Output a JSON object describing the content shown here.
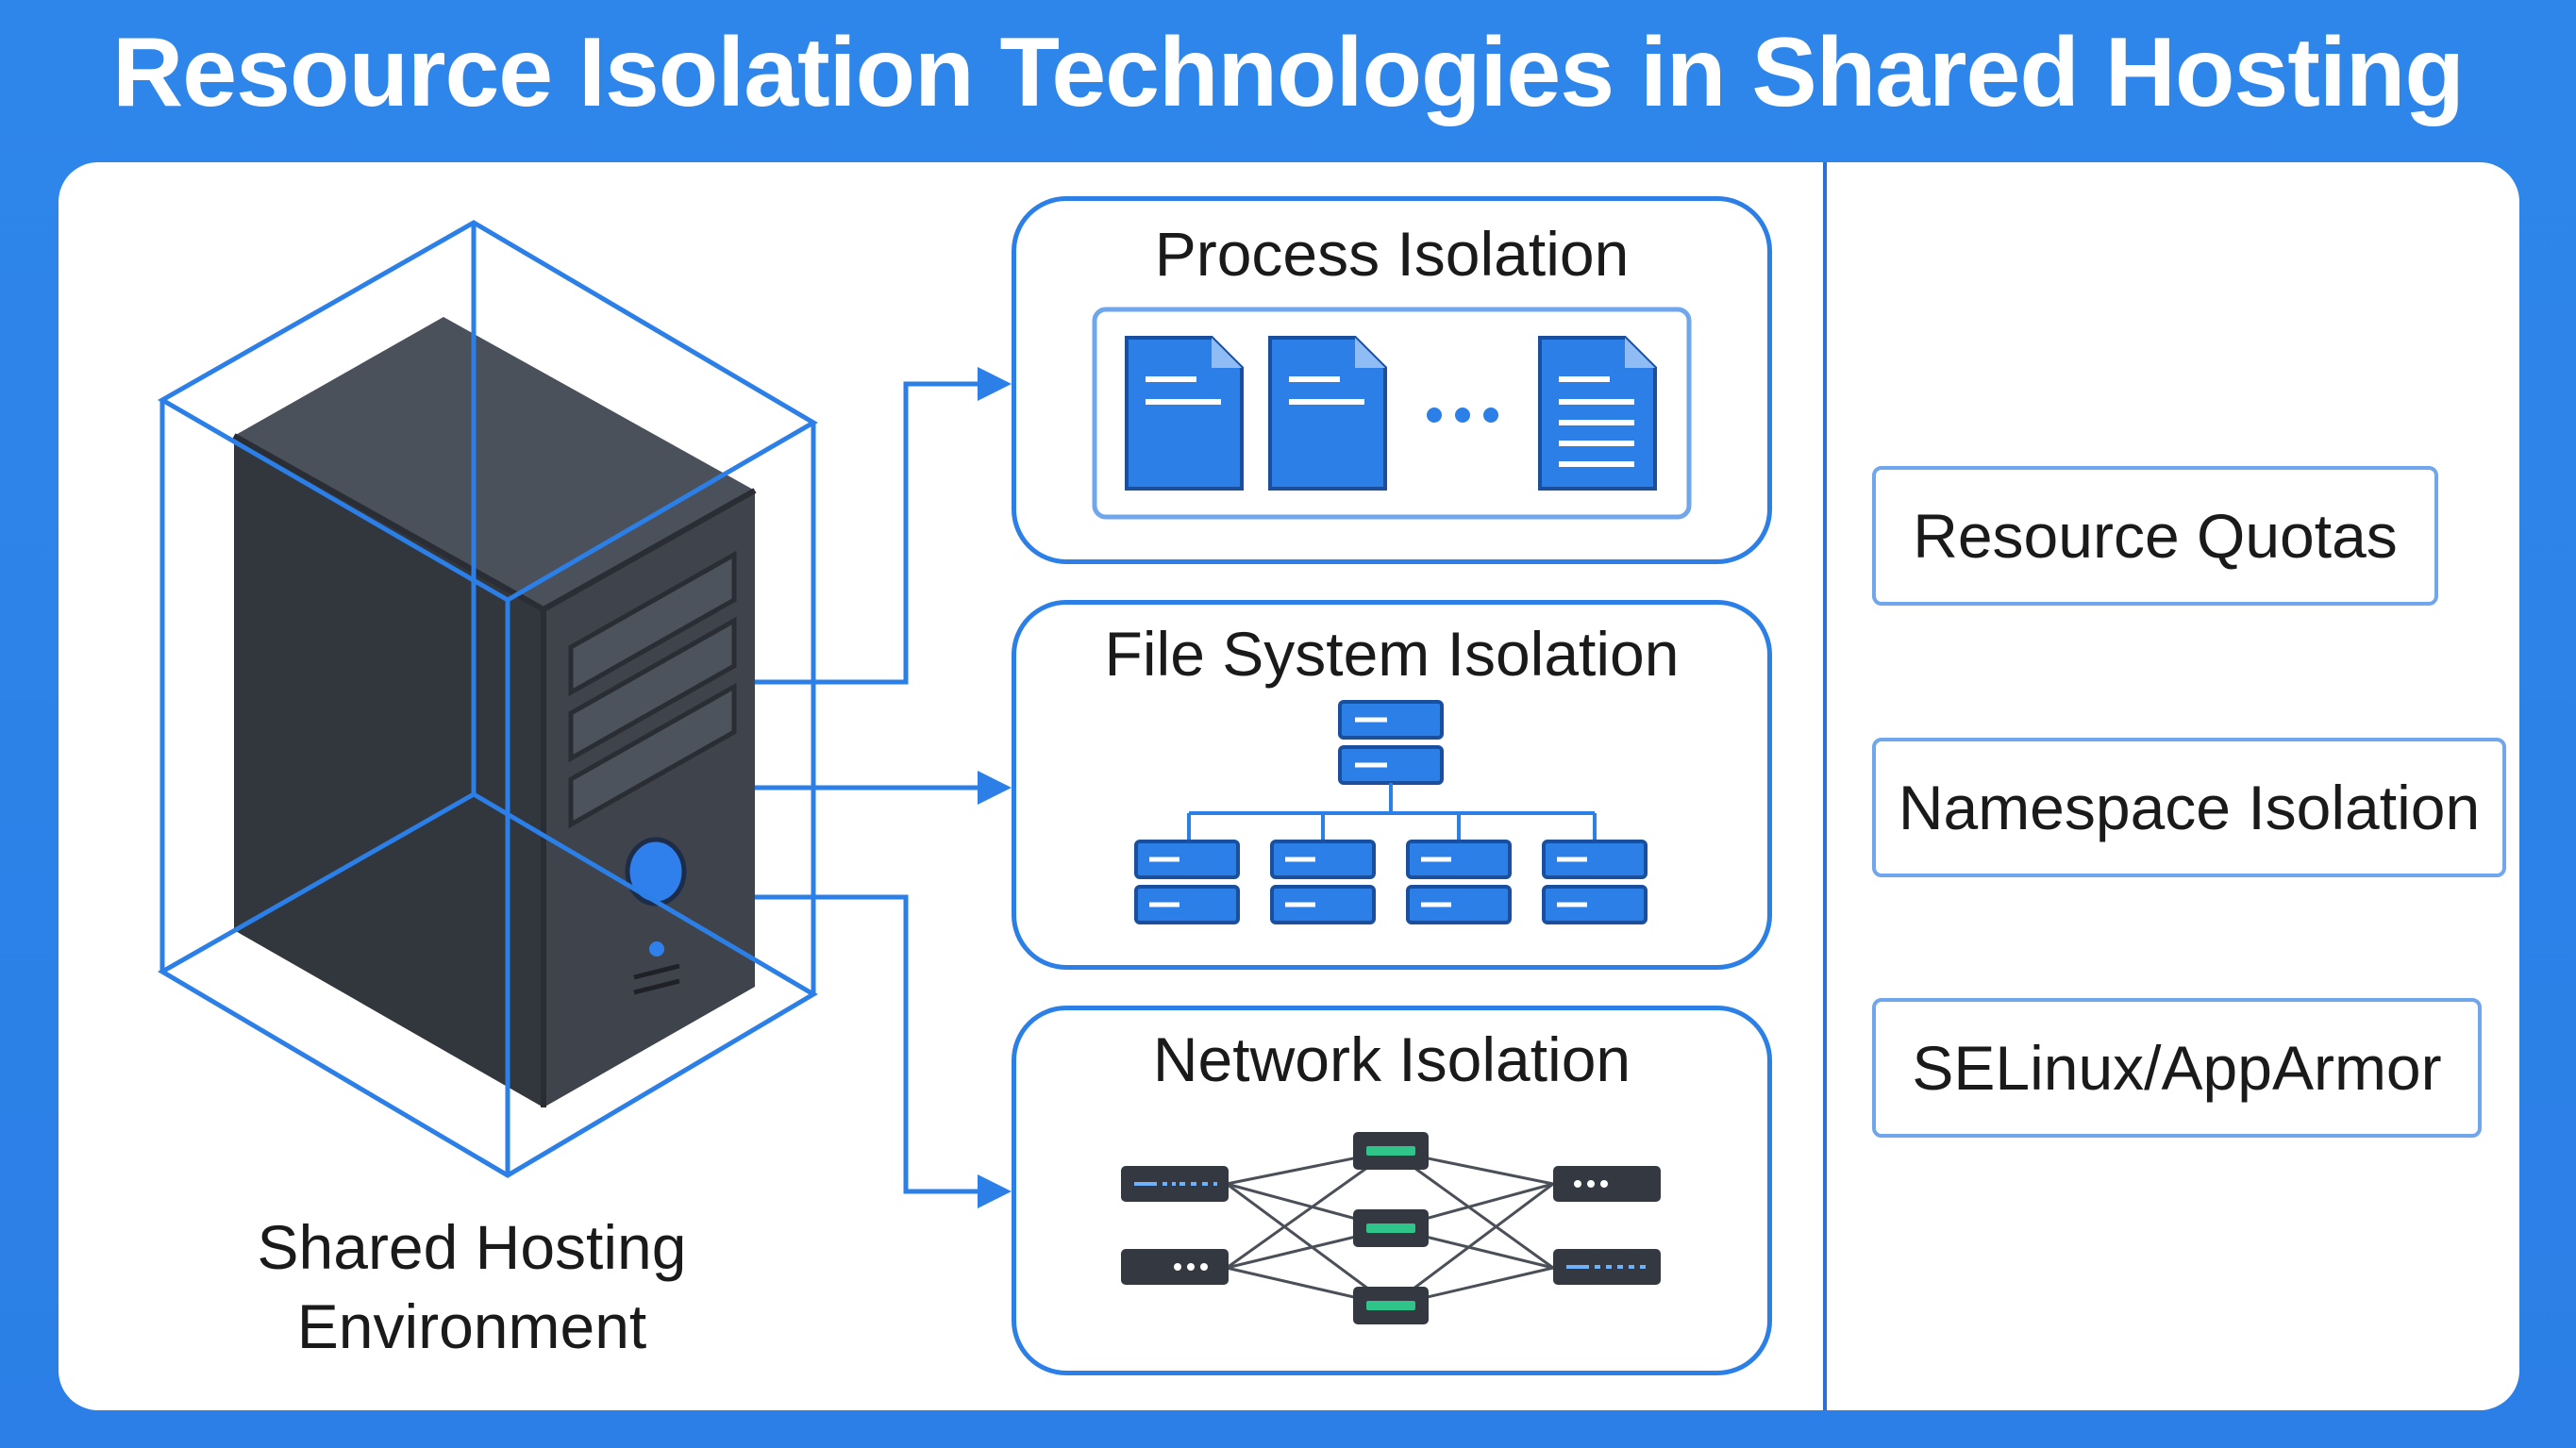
{
  "title": "Resource Isolation Technologies in Shared Hosting",
  "environment": {
    "label_line1": "Shared Hosting",
    "label_line2": "Environment"
  },
  "isolation_boxes": [
    {
      "title": "Process Isolation",
      "icon": "document-icons"
    },
    {
      "title": "File System Isolation",
      "icon": "directory-tree"
    },
    {
      "title": "Network Isolation",
      "icon": "network-mesh"
    }
  ],
  "techniques": [
    {
      "label": "Resource Quotas"
    },
    {
      "label": "Namespace Isolation"
    },
    {
      "label": "SELinux/AppArmor"
    }
  ],
  "colors": {
    "accent_blue": "#2b7fe6",
    "server_dark": "#3a3f48",
    "status_green": "#2ec48a"
  }
}
